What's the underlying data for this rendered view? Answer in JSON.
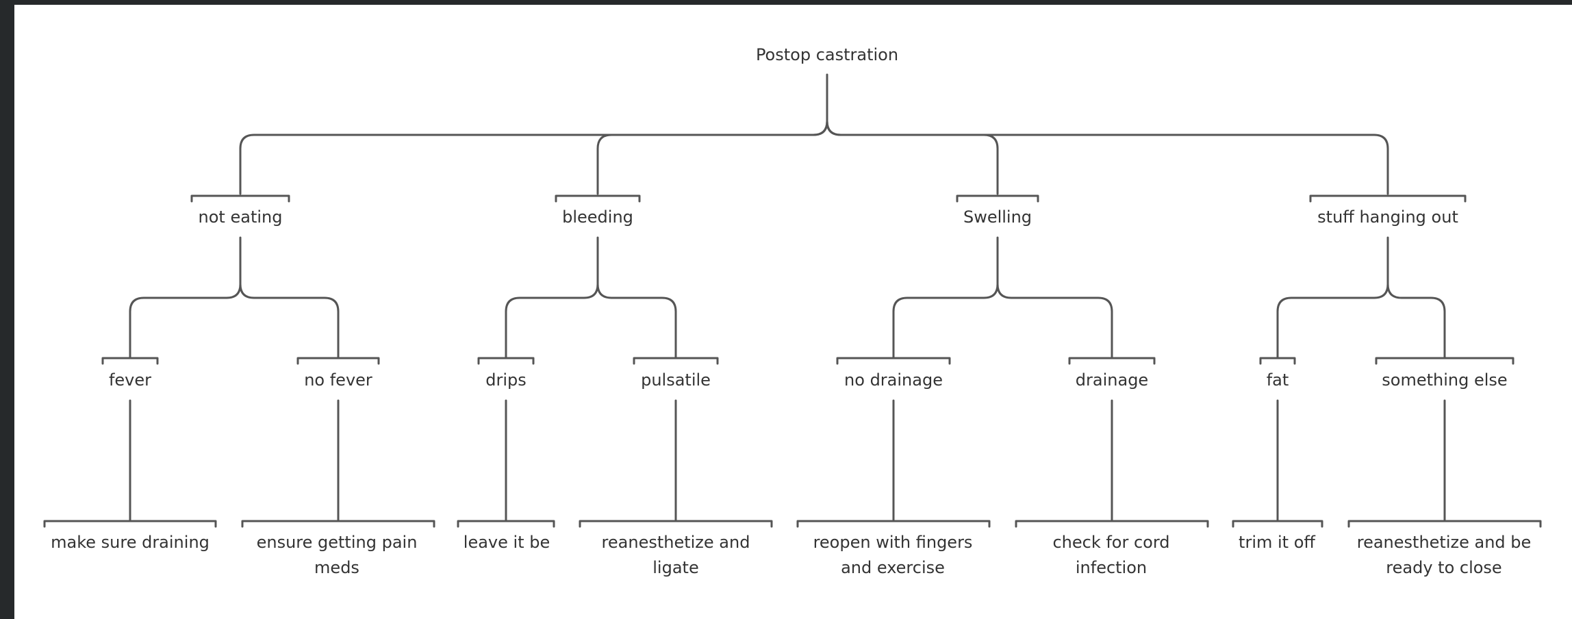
{
  "diagram": {
    "root": {
      "id": "root",
      "label": "Postop castration"
    },
    "branches": [
      {
        "id": "not-eating",
        "label": "not eating",
        "children": [
          {
            "id": "fever",
            "label": "fever",
            "leaf": {
              "id": "make-sure-draining",
              "label": "make sure draining"
            }
          },
          {
            "id": "no-fever",
            "label": "no fever",
            "leaf": {
              "id": "ensure-getting-pain-meds",
              "label": "ensure getting pain meds"
            }
          }
        ]
      },
      {
        "id": "bleeding",
        "label": "bleeding",
        "children": [
          {
            "id": "drips",
            "label": "drips",
            "leaf": {
              "id": "leave-it-be",
              "label": "leave it be"
            }
          },
          {
            "id": "pulsatile",
            "label": "pulsatile",
            "leaf": {
              "id": "reanesthetize-and-ligate",
              "label": "reanesthetize and ligate"
            }
          }
        ]
      },
      {
        "id": "swelling",
        "label": "Swelling",
        "children": [
          {
            "id": "no-drainage",
            "label": "no drainage",
            "leaf": {
              "id": "reopen-with-fingers",
              "label": "reopen with fingers and exercise"
            }
          },
          {
            "id": "drainage",
            "label": "drainage",
            "leaf": {
              "id": "check-for-cord-infection",
              "label": "check for cord infection"
            }
          }
        ]
      },
      {
        "id": "stuff-hanging-out",
        "label": "stuff hanging out",
        "children": [
          {
            "id": "fat",
            "label": "fat",
            "leaf": {
              "id": "trim-it-off",
              "label": "trim it off"
            }
          },
          {
            "id": "something-else",
            "label": "something else",
            "leaf": {
              "id": "reanesthetize-and-be-ready",
              "label": "reanesthetize and be ready to close"
            }
          }
        ]
      }
    ]
  },
  "colors": {
    "line": "#555555",
    "text": "#333333",
    "frame": "#26292b",
    "background": "#ffffff"
  }
}
